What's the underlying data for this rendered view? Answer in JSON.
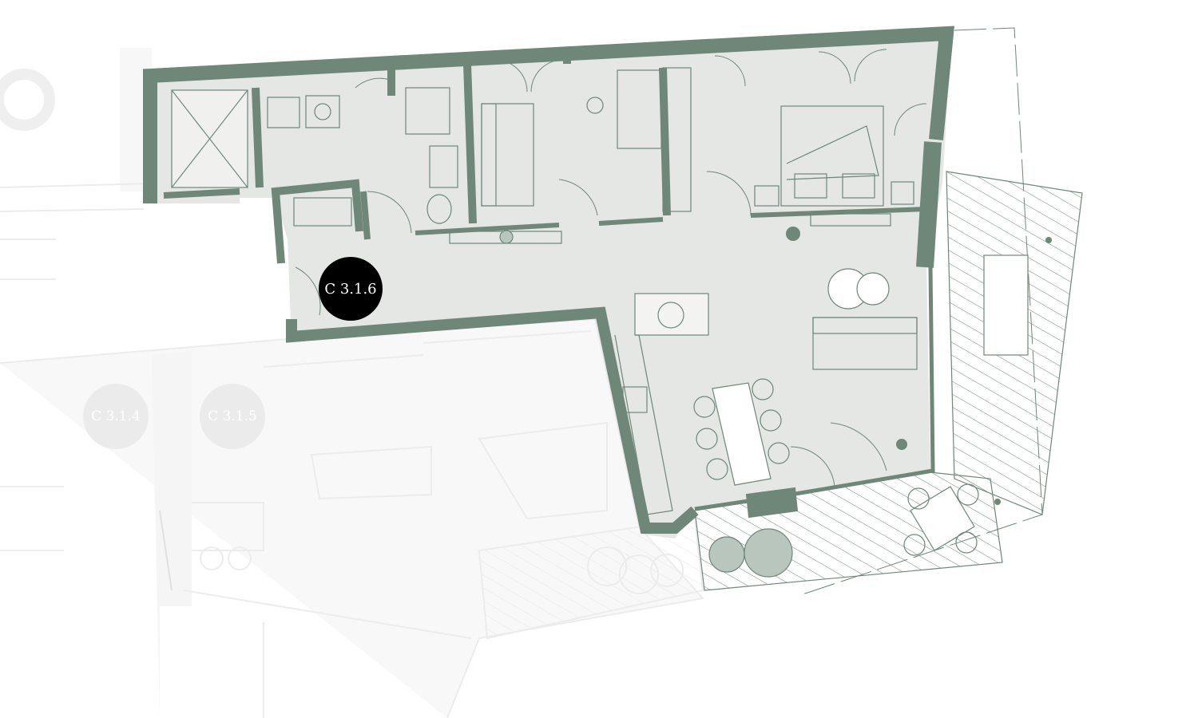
{
  "colors": {
    "wall": "#6f8779",
    "floor": "#e4e7e3",
    "ghost": "#ececec",
    "selected_label_bg": "#000000"
  },
  "units": {
    "selected": "C 3.1.6",
    "neighbor_left": "C 3.1.4",
    "neighbor_right": "C 3.1.5"
  }
}
